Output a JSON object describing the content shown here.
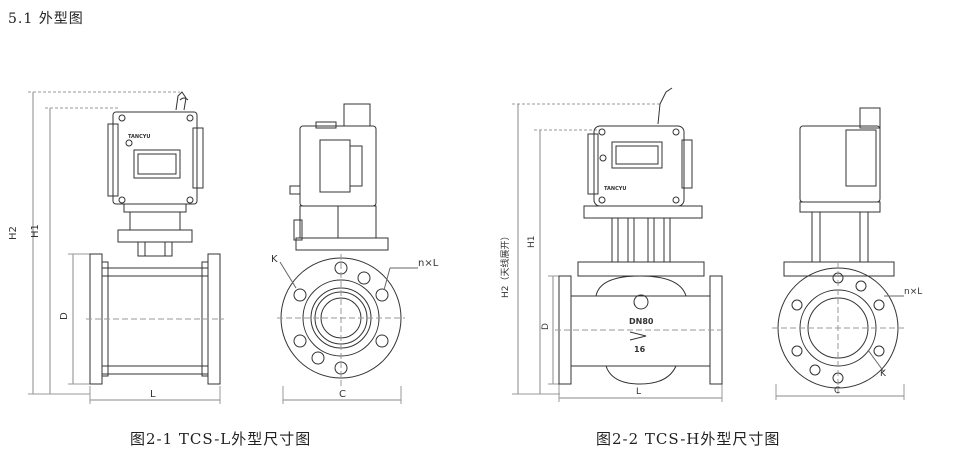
{
  "section_title": "5.1 外型图",
  "figure1": {
    "caption": "图2-1  TCS-L外型尺寸图",
    "dims": {
      "h2": "H2",
      "h1": "H1",
      "d": "D",
      "l": "L",
      "c": "C",
      "k": "K",
      "nxl": "n×L"
    },
    "brand": "TANCYU"
  },
  "figure2": {
    "caption": "图2-2  TCS-H外型尺寸图",
    "dims": {
      "h2": "H2（天线展开）",
      "h1": "H1",
      "d": "D",
      "l": "L",
      "c": "C",
      "k": "K",
      "nxl": "n×L"
    },
    "brand": "TANCYU",
    "body_marks": {
      "size": "DN80",
      "pressure": "16"
    }
  }
}
